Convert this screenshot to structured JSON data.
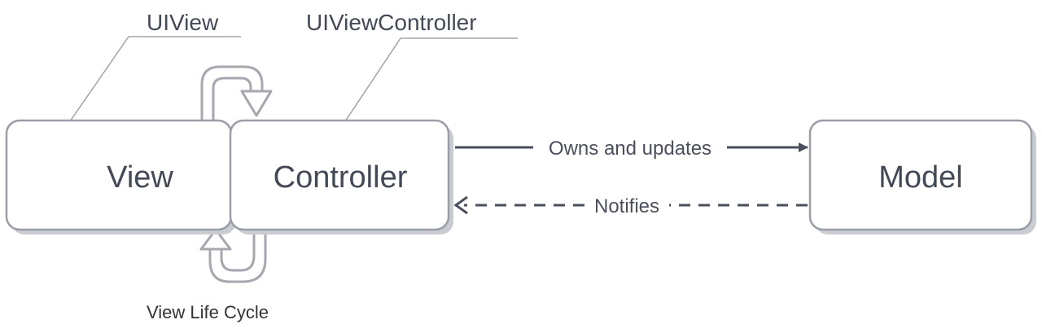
{
  "nodes": {
    "view": "View",
    "controller": "Controller",
    "model": "Model"
  },
  "callouts": {
    "uiview": "UIView",
    "uiviewcontroller": "UIViewController"
  },
  "edges": {
    "owns": "Owns and updates",
    "notifies": "Notifies"
  },
  "caption": "View Life Cycle",
  "colors": {
    "box_stroke": "#9a9ea6",
    "box_shadow": "#c9ccd1",
    "arrow": "#4a4f5c",
    "cycle_arrow": "#a5a8ae",
    "text": "#444a55"
  }
}
